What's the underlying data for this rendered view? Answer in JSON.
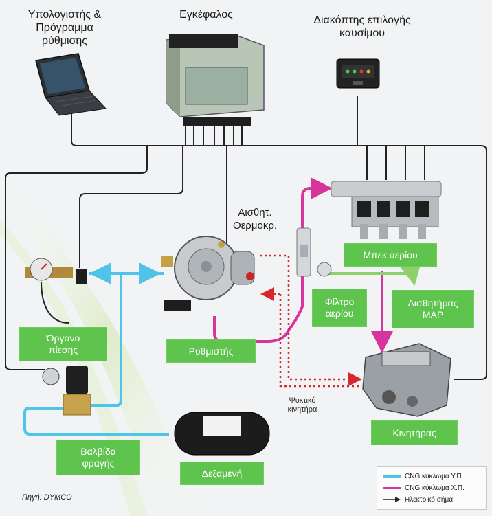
{
  "labels": {
    "computer": "Υπολογιστής &\nΠρόγραμμα\nρύθμισης",
    "ecu": "Εγκέφαλος",
    "fuel_switch": "Διακόπτης επιλογής\nκαυσίμου",
    "temp_sensor": "Αισθητ.\nΘερμοκρ.",
    "injectors": "Μπεκ αερίου",
    "gas_filter": "Φίλτρο\nαερίου",
    "map_sensor": "Αισθητήρας\nMAP",
    "pressure_gauge": "Όργανο\nπίεσης",
    "regulator": "Ρυθμιστής",
    "coolant": "Ψυκτικό\nκινητήρα",
    "engine": "Κινητήρας",
    "shutoff_valve": "Βαλβίδα\nφραγής",
    "tank": "Δεξαμενή",
    "source": "Πηγή: DYMCO"
  },
  "legend": {
    "items": [
      {
        "label": "CNG κύκλωμα Υ.Π.",
        "color": "#4fc3e8"
      },
      {
        "label": "CNG κύκλωμα Χ.Π.",
        "color": "#d9339c"
      },
      {
        "label": "Ηλεκτρικό σήμα",
        "color": "#222222"
      }
    ]
  },
  "colors": {
    "high_pressure": "#4fc3e8",
    "low_pressure": "#d9339c",
    "signal": "#222222",
    "coolant": "#d6282f",
    "map": "#8fd06c",
    "label_bg": "#5fc44e"
  }
}
